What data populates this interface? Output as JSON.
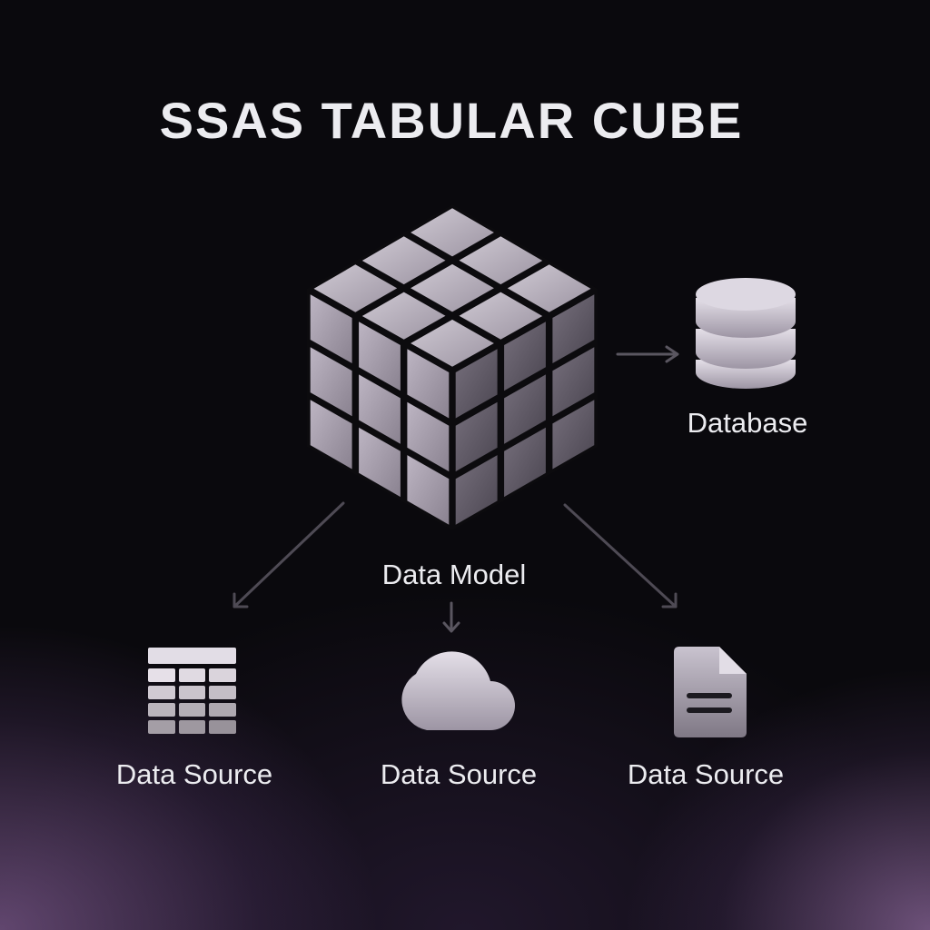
{
  "title": "SSAS TABULAR CUBE",
  "nodes": {
    "cube": {
      "label": "Data Model",
      "icon": "cube-icon"
    },
    "database": {
      "label": "Database",
      "icon": "database-icon"
    },
    "sources": [
      {
        "label": "Data Source",
        "icon": "table-icon"
      },
      {
        "label": "Data Source",
        "icon": "cloud-icon"
      },
      {
        "label": "Data Source",
        "icon": "document-icon"
      }
    ]
  },
  "colors": {
    "background": "#0a090d",
    "glow": "#a878be",
    "icon_light": "#d6d0dc",
    "icon_dark": "#8a8290",
    "text": "#ececf0",
    "arrow": "#5a5660"
  }
}
